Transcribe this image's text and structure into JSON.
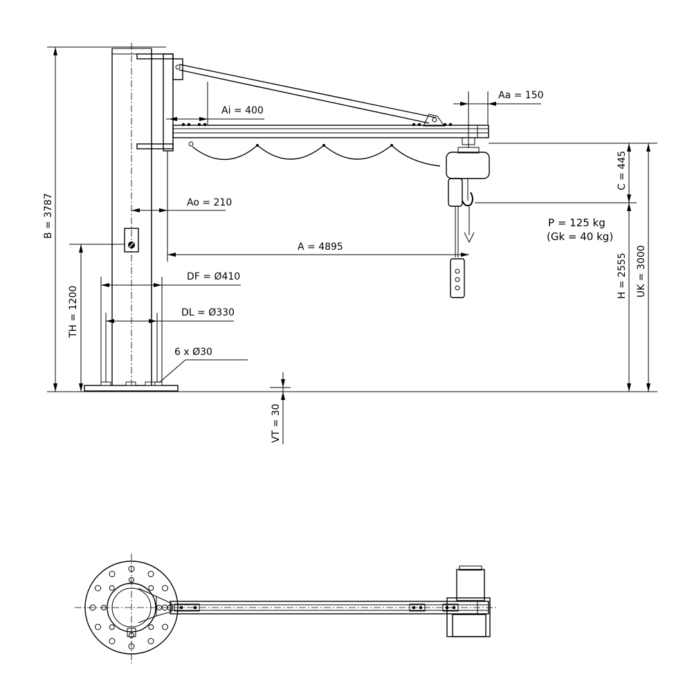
{
  "dimensions": {
    "B": "B = 3787",
    "Ai": "Ai = 400",
    "Aa": "Aa = 150",
    "C": "C = 445",
    "Ao": "Ao = 210",
    "A": "A = 4895",
    "H": "H = 2555",
    "UK": "UK = 3000",
    "DF": "DF = Ø410",
    "DL": "DL = Ø330",
    "holes": "6 x Ø30",
    "TH": "TH = 1200",
    "VT": "VT = 30"
  },
  "load": {
    "capacity": "P = 125 kg",
    "self_weight": "(Gk = 40 kg)"
  }
}
